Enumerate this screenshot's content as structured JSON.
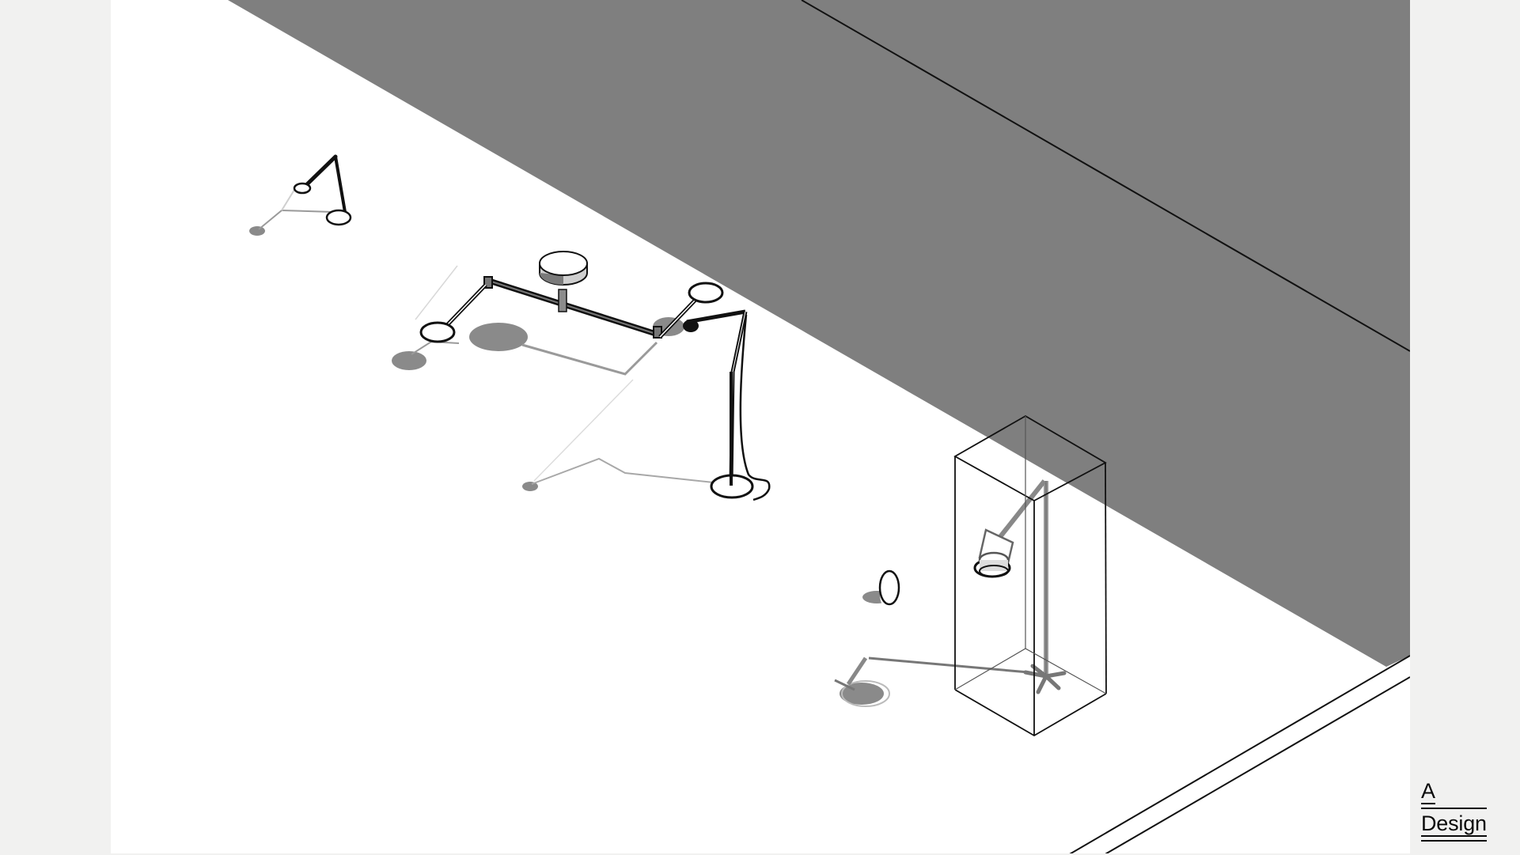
{
  "logo": {
    "line1": "A",
    "line2": "Design"
  },
  "scene": {
    "description": "Isometric architectural rendering of lamps on a white floor against a gray wall",
    "colors": {
      "page_background": "#f1f1f0",
      "floor": "#ffffff",
      "wall": "#7f7f7f",
      "line": "#111111",
      "shadow": "#8a8a8a"
    },
    "objects": [
      {
        "id": "desk-lamp-small",
        "label": "small articulated desk lamp"
      },
      {
        "id": "suspension-lamp",
        "label": "multi-arm suspension lamp with three ring heads"
      },
      {
        "id": "floor-lamp-arc",
        "label": "arched reading floor lamp"
      },
      {
        "id": "egg-lamp",
        "label": "small egg-shaped table lamp"
      },
      {
        "id": "spot-lamp-box",
        "label": "spotlight lamp inside transparent display box"
      }
    ]
  }
}
